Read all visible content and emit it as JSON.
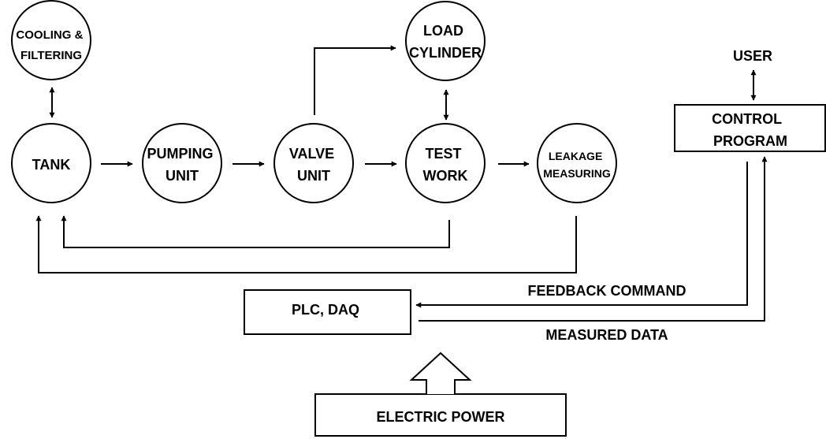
{
  "nodes": {
    "cooling": [
      "COOLING &",
      "FILTERING"
    ],
    "tank": [
      "TANK"
    ],
    "pumping": [
      "PUMPING",
      "UNIT"
    ],
    "valve": [
      "VALVE",
      "UNIT"
    ],
    "test": [
      "TEST",
      "WORK"
    ],
    "leakage": [
      "LEAKAGE",
      "MEASURING"
    ],
    "load": [
      "LOAD",
      "CYLINDER"
    ],
    "control": [
      "CONTROL",
      "PROGRAM"
    ],
    "plc": [
      "PLC, DAQ"
    ],
    "power": [
      "ELECTRIC POWER"
    ]
  },
  "labels": {
    "user": "USER",
    "feedback": "FEEDBACK COMMAND",
    "measured": "MEASURED DATA"
  }
}
